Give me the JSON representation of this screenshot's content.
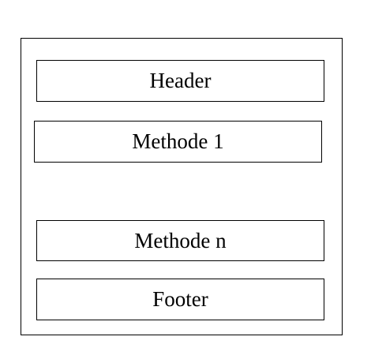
{
  "diagram": {
    "blocks": [
      {
        "id": "header",
        "label": "Header"
      },
      {
        "id": "method-1",
        "label": "Methode 1"
      },
      {
        "id": "method-n",
        "label": "Methode n"
      },
      {
        "id": "footer",
        "label": "Footer"
      }
    ]
  }
}
